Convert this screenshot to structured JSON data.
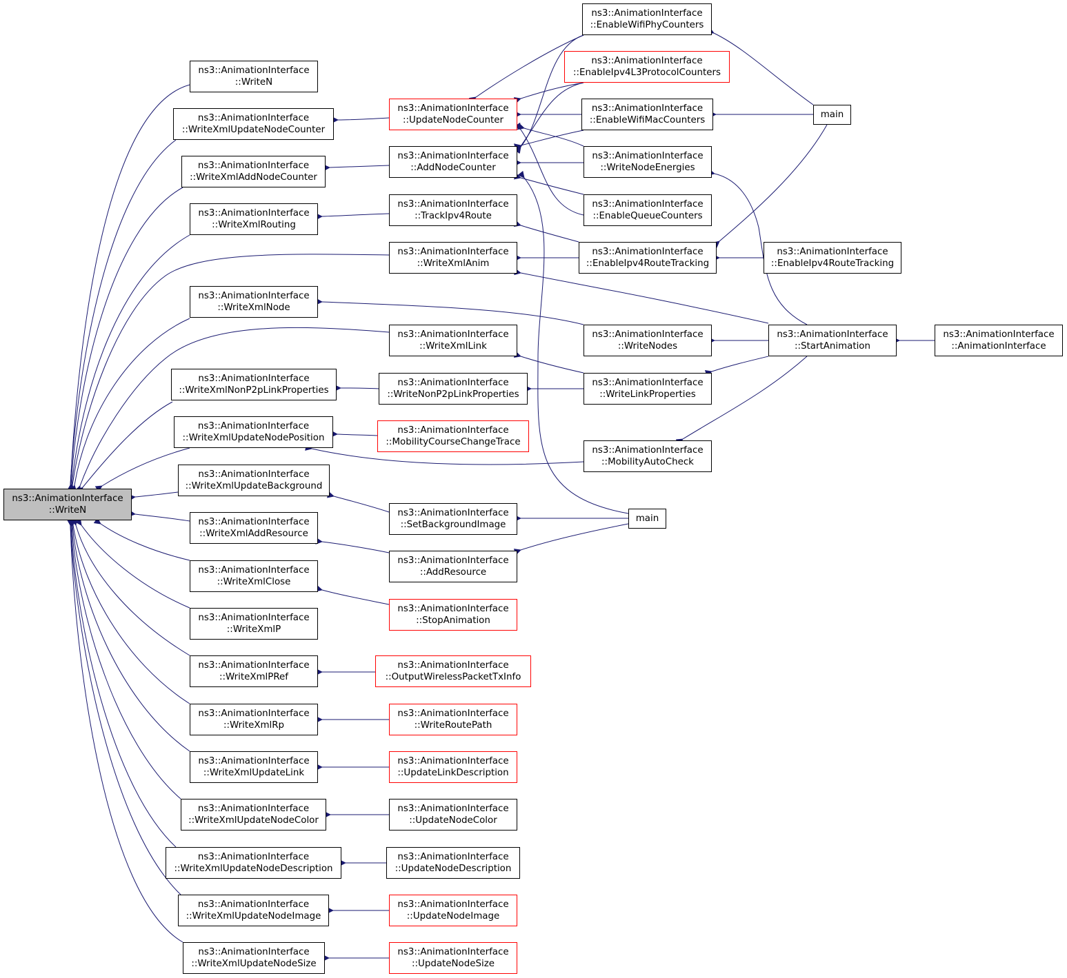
{
  "colors": {
    "edge": "#191970",
    "border": "#000000",
    "border_incomplete": "#ff0000",
    "root_fill": "#bfbfbf"
  },
  "nodes": {
    "root": [
      "ns3::AnimationInterface",
      "::WriteN"
    ],
    "c1": [
      "ns3::AnimationInterface",
      "::WriteN"
    ],
    "c2": [
      "ns3::AnimationInterface",
      "::WriteXmlUpdateNodeCounter"
    ],
    "c3": [
      "ns3::AnimationInterface",
      "::WriteXmlAddNodeCounter"
    ],
    "c4": [
      "ns3::AnimationInterface",
      "::WriteXmlRouting"
    ],
    "c5": [
      "ns3::AnimationInterface",
      "::WriteXmlNode"
    ],
    "c6": [
      "ns3::AnimationInterface",
      "::WriteXmlNonP2pLinkProperties"
    ],
    "c7": [
      "ns3::AnimationInterface",
      "::WriteXmlUpdateNodePosition"
    ],
    "c8": [
      "ns3::AnimationInterface",
      "::WriteXmlUpdateBackground"
    ],
    "c9": [
      "ns3::AnimationInterface",
      "::WriteXmlAddResource"
    ],
    "c10": [
      "ns3::AnimationInterface",
      "::WriteXmlClose"
    ],
    "c11": [
      "ns3::AnimationInterface",
      "::WriteXmlP"
    ],
    "c12": [
      "ns3::AnimationInterface",
      "::WriteXmlPRef"
    ],
    "c13": [
      "ns3::AnimationInterface",
      "::WriteXmlRp"
    ],
    "c14": [
      "ns3::AnimationInterface",
      "::WriteXmlUpdateLink"
    ],
    "c15": [
      "ns3::AnimationInterface",
      "::WriteXmlUpdateNodeColor"
    ],
    "c16": [
      "ns3::AnimationInterface",
      "::WriteXmlUpdateNodeDescription"
    ],
    "c17": [
      "ns3::AnimationInterface",
      "::WriteXmlUpdateNodeImage"
    ],
    "c18": [
      "ns3::AnimationInterface",
      "::WriteXmlUpdateNodeSize"
    ],
    "d1": [
      "ns3::AnimationInterface",
      "::UpdateNodeCounter"
    ],
    "d2": [
      "ns3::AnimationInterface",
      "::AddNodeCounter"
    ],
    "d3": [
      "ns3::AnimationInterface",
      "::TrackIpv4Route"
    ],
    "d4": [
      "ns3::AnimationInterface",
      "::WriteXmlAnim"
    ],
    "d5": [
      "ns3::AnimationInterface",
      "::WriteXmlLink"
    ],
    "d6": [
      "ns3::AnimationInterface",
      "::WriteNonP2pLinkProperties"
    ],
    "d7": [
      "ns3::AnimationInterface",
      "::MobilityCourseChangeTrace"
    ],
    "d8": [
      "ns3::AnimationInterface",
      "::SetBackgroundImage"
    ],
    "d9": [
      "ns3::AnimationInterface",
      "::AddResource"
    ],
    "d10": [
      "ns3::AnimationInterface",
      "::StopAnimation"
    ],
    "d11": [
      "ns3::AnimationInterface",
      "::OutputWirelessPacketTxInfo"
    ],
    "d12": [
      "ns3::AnimationInterface",
      "::WriteRoutePath"
    ],
    "d13": [
      "ns3::AnimationInterface",
      "::UpdateLinkDescription"
    ],
    "d14": [
      "ns3::AnimationInterface",
      "::UpdateNodeColor"
    ],
    "d15": [
      "ns3::AnimationInterface",
      "::UpdateNodeDescription"
    ],
    "d16": [
      "ns3::AnimationInterface",
      "::UpdateNodeImage"
    ],
    "d17": [
      "ns3::AnimationInterface",
      "::UpdateNodeSize"
    ],
    "e1": [
      "ns3::AnimationInterface",
      "::EnableWifiPhyCounters"
    ],
    "e2": [
      "ns3::AnimationInterface",
      "::EnableIpv4L3ProtocolCounters"
    ],
    "e3": [
      "ns3::AnimationInterface",
      "::EnableWifiMacCounters"
    ],
    "e4": [
      "ns3::AnimationInterface",
      "::WriteNodeEnergies"
    ],
    "e5": [
      "ns3::AnimationInterface",
      "::EnableQueueCounters"
    ],
    "e6": [
      "ns3::AnimationInterface",
      "::EnableIpv4RouteTracking"
    ],
    "e7": [
      "ns3::AnimationInterface",
      "::WriteNodes"
    ],
    "e8": [
      "ns3::AnimationInterface",
      "::WriteLinkProperties"
    ],
    "e9": [
      "ns3::AnimationInterface",
      "::MobilityAutoCheck"
    ],
    "m1": [
      "main"
    ],
    "m2": [
      "main"
    ],
    "f1": [
      "ns3::AnimationInterface",
      "::EnableIpv4RouteTracking"
    ],
    "f2": [
      "ns3::AnimationInterface",
      "::StartAnimation"
    ],
    "f3": [
      "ns3::AnimationInterface",
      "::AnimationInterface"
    ]
  }
}
